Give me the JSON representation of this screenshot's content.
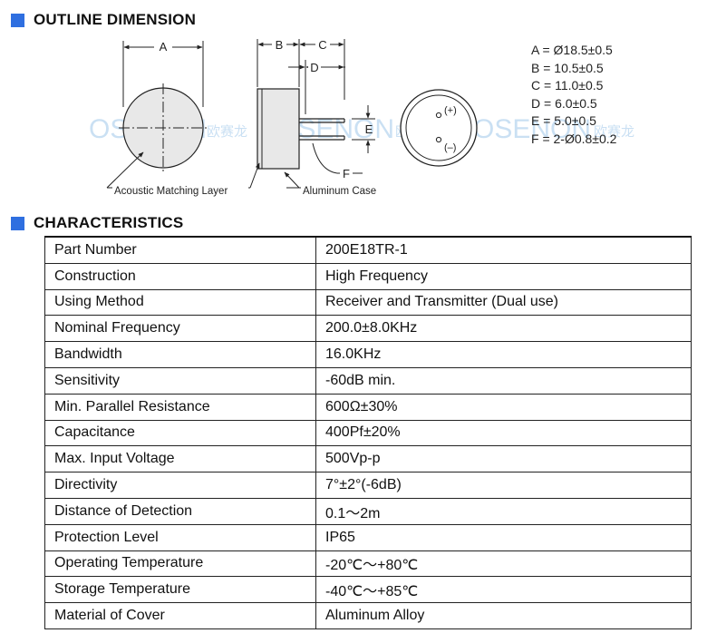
{
  "outline": {
    "title": "OUTLINE DIMENSION",
    "dim_labels": {
      "a": "A",
      "b": "B",
      "c": "C",
      "d": "D",
      "e": "E",
      "f": "F"
    },
    "terminal_plus": "(+)",
    "terminal_minus": "(–)",
    "callout_layer": "Acoustic Matching Layer",
    "callout_case": "Aluminum Case",
    "watermark_latin": "OSENON",
    "watermark_cjk": "欧赛龙",
    "specs": [
      "A = Ø18.5±0.5",
      "B = 10.5±0.5",
      "C = 11.0±0.5",
      "D = 6.0±0.5",
      "E = 5.0±0.5",
      "F = 2-Ø0.8±0.2"
    ]
  },
  "characteristics": {
    "title": "CHARACTERISTICS",
    "rows": [
      {
        "label": "Part Number",
        "value": "200E18TR-1"
      },
      {
        "label": "Construction",
        "value": "High Frequency"
      },
      {
        "label": "Using Method",
        "value": "Receiver and Transmitter (Dual use)"
      },
      {
        "label": "Nominal Frequency",
        "value": "200.0±8.0KHz"
      },
      {
        "label": "Bandwidth",
        "value": "16.0KHz"
      },
      {
        "label": "Sensitivity",
        "value": "-60dB min."
      },
      {
        "label": "Min. Parallel Resistance",
        "value": "600Ω±30%"
      },
      {
        "label": "Capacitance",
        "value": "400Pf±20%"
      },
      {
        "label": "Max. Input Voltage",
        "value": "500Vp-p"
      },
      {
        "label": "Directivity",
        "value": "7°±2°(-6dB)"
      },
      {
        "label": "Distance of Detection",
        "value": "0.1～2m"
      },
      {
        "label": "Protection Level",
        "value": "IP65"
      },
      {
        "label": "Operating Temperature",
        "value": "-20℃～+80℃"
      },
      {
        "label": "Storage Temperature",
        "value": "-40℃～+85℃"
      },
      {
        "label": "Material of Cover",
        "value": "Aluminum Alloy"
      }
    ]
  }
}
